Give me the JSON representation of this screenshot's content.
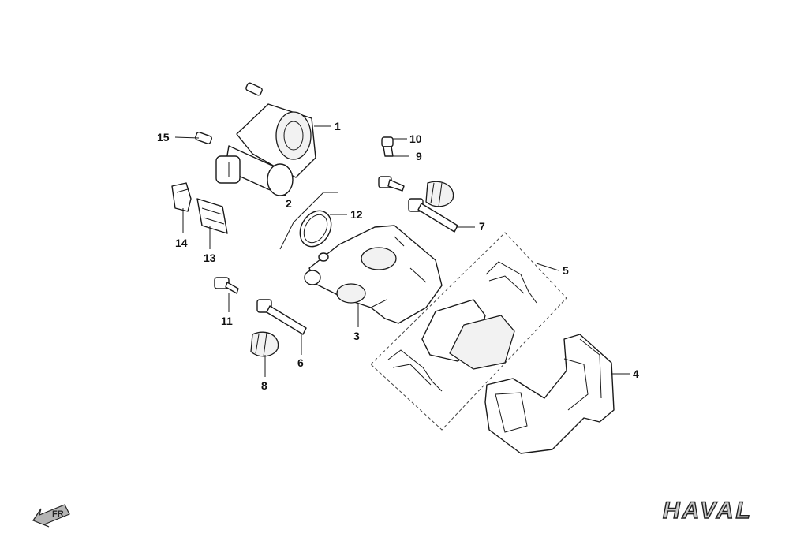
{
  "callouts": {
    "c1": "1",
    "c2": "2",
    "c3": "3",
    "c4": "4",
    "c5": "5",
    "c6": "6",
    "c7": "7",
    "c8": "8",
    "c9": "9",
    "c10": "10",
    "c11": "11",
    "c12": "12",
    "c13": "13",
    "c14": "14",
    "c15": "15"
  },
  "logo": {
    "text": "HAVAL"
  },
  "direction_marker": {
    "text": "FR"
  },
  "colors": {
    "line": "#1a1a1a",
    "background": "#ffffff",
    "logo_fill": "#c8c8c8"
  }
}
